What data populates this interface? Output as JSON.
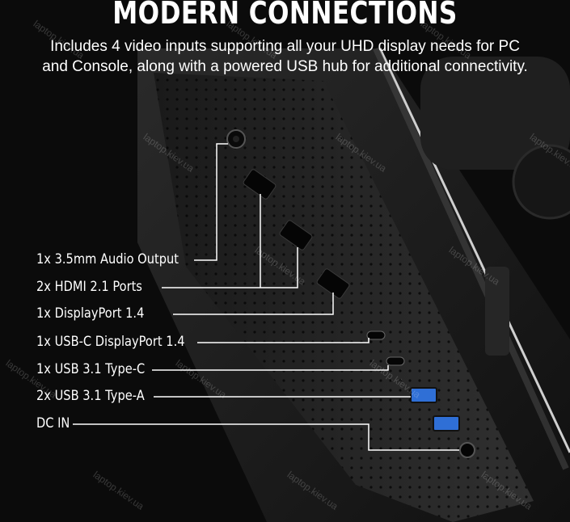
{
  "headline": "MODERN CONNECTIONS",
  "subheadline": {
    "line1": "Includes 4 video inputs supporting all your UHD display needs for PC",
    "line2": "and Console, along with a powered USB hub for additional connectivity."
  },
  "ports": [
    {
      "label": "1x 3.5mm Audio Output"
    },
    {
      "label": "2x HDMI 2.1 Ports"
    },
    {
      "label": "1x DisplayPort 1.4"
    },
    {
      "label": "1x USB-C DisplayPort 1.4"
    },
    {
      "label": "1x USB 3.1 Type-C"
    },
    {
      "label": "2x USB 3.1 Type-A"
    },
    {
      "label": "DC IN"
    }
  ],
  "watermark": "laptop.kiev.ua",
  "colors": {
    "background": "#0b0b0b",
    "text": "#ffffff",
    "usb_a_accent": "#2f6fd6"
  }
}
